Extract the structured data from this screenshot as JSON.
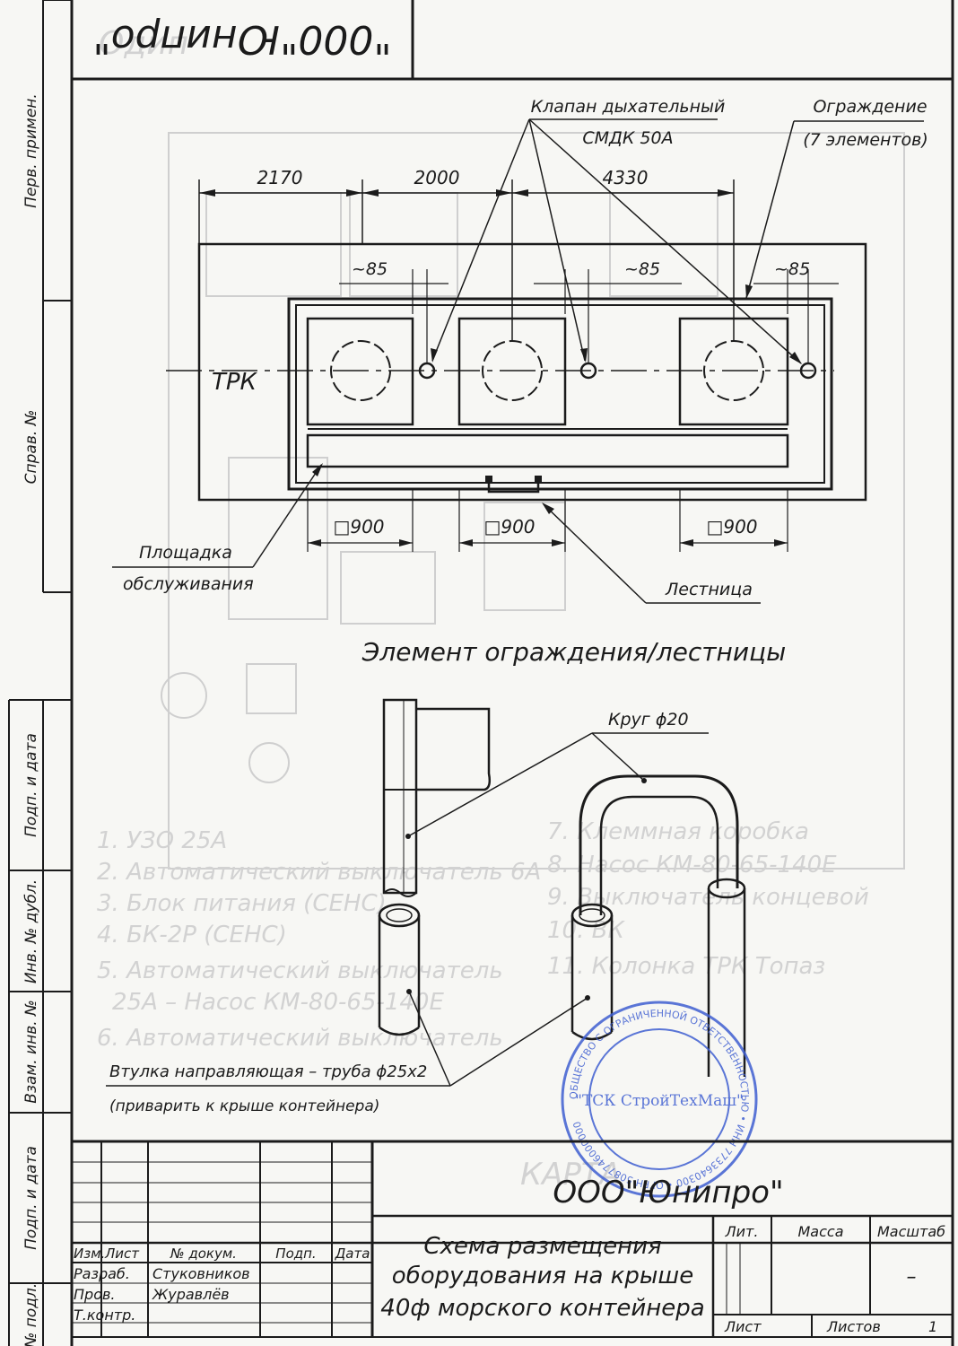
{
  "drawing_code": "\"000\"Юнипро\"",
  "side_labels": {
    "perv_primen": "Перв. примен.",
    "sprav_no": "Справ. №",
    "podp_data_1": "Подп. и дата",
    "inv_dubl": "Инв. № дубл.",
    "vzam_inv": "Взам. инв. №",
    "podp_data_2": "Подп. и дата",
    "inv_podl": "№ подл."
  },
  "callouts": {
    "valve_line1": "Клапан дыхательный",
    "valve_line2": "СМДК 50А",
    "fence_line1": "Ограждение",
    "fence_line2": "(7 элементов)",
    "platform_line1": "Площадка",
    "platform_line2": "обслуживания",
    "ladder": "Лестница",
    "trk": "ТРК"
  },
  "dimensions": {
    "d1": "2170",
    "d2": "2000",
    "d3": "4330",
    "gap1": "~85",
    "gap2": "~85",
    "gap3": "~85",
    "sq1": "□900",
    "sq2": "□900",
    "sq3": "□900"
  },
  "detail": {
    "title": "Элемент ограждения/лестницы",
    "rod": "Круг ϕ20",
    "sleeve": "Втулка направляющая – труба ϕ25х2",
    "weld_note": "(приварить к крыше контейнера)"
  },
  "stamp": {
    "inner": "\"ТСК СтройТехМаш\"",
    "ring": "ОБЩЕСТВО С ОГРАНИЧЕННОЙ ОТВЕТСТВЕННОСТЬЮ • ИНН 7733640300 • ОГРН 5087746000000",
    "color": "#3f5fd1"
  },
  "title_block": {
    "company": "ООО\"Юнипро\"",
    "title_line1": "Схема размещения",
    "title_line2": "оборудования на крыше",
    "title_line3": "40ф морского контейнера",
    "col_izm": "Изм.",
    "col_list": "Лист",
    "col_doc": "№ докум.",
    "col_podp": "Подп.",
    "col_date": "Дата",
    "razrab_label": "Разраб.",
    "razrab_name": "Стуковников",
    "prov_label": "Пров.",
    "prov_name": "Журавлёв",
    "tkontr_label": "Т.контр.",
    "lit": "Лит.",
    "massa": "Масса",
    "masshtab": "Масштаб",
    "scale_value": "–",
    "list": "Лист",
    "listov": "Листов",
    "listov_value": "1"
  }
}
